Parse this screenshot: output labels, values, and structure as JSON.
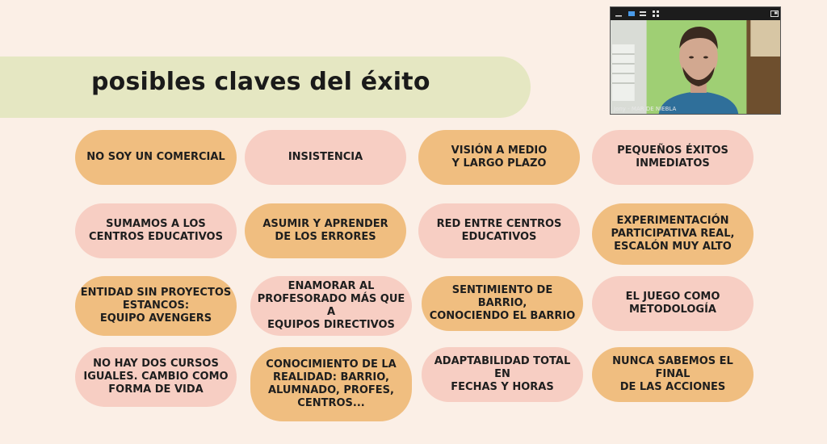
{
  "slide": {
    "title": "posibles claves del éxito",
    "items": [
      {
        "text": "NO SOY UN COMERCIAL",
        "color": "#f0be80"
      },
      {
        "text": "INSISTENCIA",
        "color": "#f7cec3"
      },
      {
        "text": "VISIÓN A MEDIO\nY LARGO PLAZO",
        "color": "#f0be80"
      },
      {
        "text": "PEQUEÑOS ÉXITOS\nINMEDIATOS",
        "color": "#f7cec3"
      },
      {
        "text": "SUMAMOS A LOS\nCENTROS EDUCATIVOS",
        "color": "#f7cec3"
      },
      {
        "text": "ASUMIR Y APRENDER\nDE LOS ERRORES",
        "color": "#f0be80"
      },
      {
        "text": "RED ENTRE CENTROS\nEDUCATIVOS",
        "color": "#f7cec3"
      },
      {
        "text": "EXPERIMENTACIÓN\nPARTICIPATIVA REAL,\nESCALÓN MUY ALTO",
        "color": "#f0be80"
      },
      {
        "text": "ENTIDAD SIN PROYECTOS\nESTANCOS:\nEQUIPO AVENGERS",
        "color": "#f0be80"
      },
      {
        "text": "ENAMORAR AL\nPROFESORADO MÁS QUE A\nEQUIPOS DIRECTIVOS",
        "color": "#f7cec3"
      },
      {
        "text": "SENTIMIENTO DE BARRIO,\nCONOCIENDO EL BARRIO",
        "color": "#f0be80"
      },
      {
        "text": "EL JUEGO COMO\nMETODOLOGÍA",
        "color": "#f7cec3"
      },
      {
        "text": "NO HAY DOS CURSOS\nIGUALES. CAMBIO COMO\nFORMA DE VIDA",
        "color": "#f7cec3"
      },
      {
        "text": "CONOCIMIENTO DE LA\nREALIDAD: BARRIO,\nALUMNADO, PROFES,\nCENTROS...",
        "color": "#f0be80"
      },
      {
        "text": "ADAPTABILIDAD TOTAL EN\nFECHAS Y HORAS",
        "color": "#f7cec3"
      },
      {
        "text": "NUNCA SABEMOS EL FINAL\nDE LAS ACCIONES",
        "color": "#f0be80"
      }
    ]
  },
  "video": {
    "participant_label": "Jony - MAR DE NIEBLA"
  }
}
